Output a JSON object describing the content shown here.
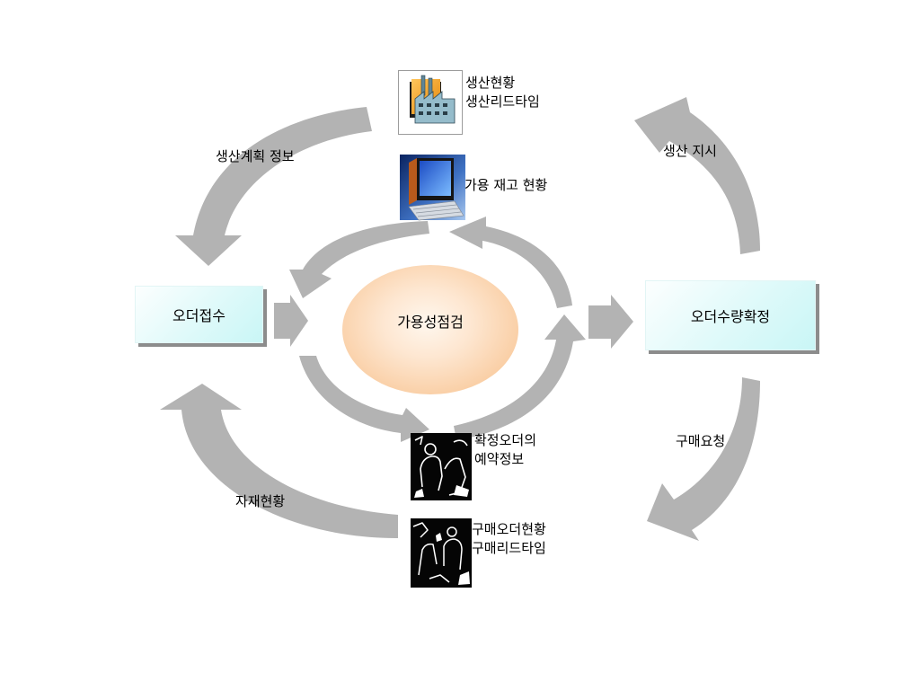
{
  "diagram": {
    "nodes": {
      "order_receipt": "오더접수",
      "availability_check": "가용성점검",
      "order_quantity_confirm": "오더수량확정"
    },
    "flows": {
      "production_plan_info": "생산계획 정보",
      "production_order": "생산 지시",
      "purchase_request": "구매요청",
      "material_status": "자재현황"
    },
    "info_items": [
      {
        "icon": "factory-icon",
        "lines": [
          "생산현황",
          "생산리드타임"
        ]
      },
      {
        "icon": "computer-icon",
        "lines": [
          "가용 재고 현황"
        ]
      },
      {
        "icon": "workers-photo-icon",
        "lines": [
          "확정오더의",
          "예약정보"
        ]
      },
      {
        "icon": "workers-photo-icon",
        "lines": [
          "구매오더현황",
          "구매리드타임"
        ]
      }
    ]
  },
  "colors": {
    "arrow": "#b3b3b3",
    "node_box": "#c9f6f6",
    "availability_check": "#f9c99b"
  }
}
